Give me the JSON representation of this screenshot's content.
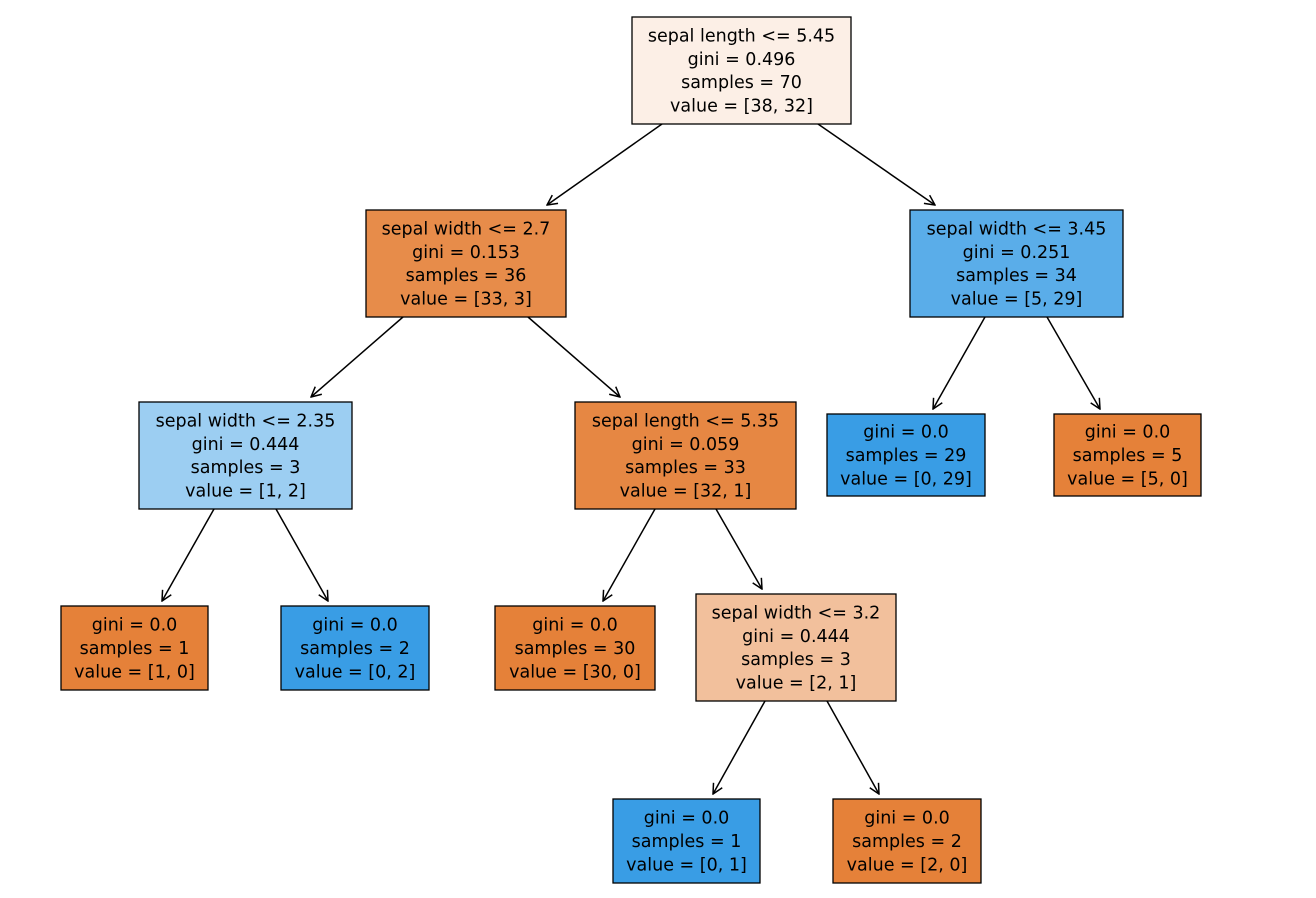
{
  "colors": {
    "class0_strong": "#e58139",
    "class1_strong": "#399de5",
    "nodes": {
      "n0": "#fcefe6",
      "n1": "#e78c4a",
      "n2": "#9ccef2",
      "n3": "#e58139",
      "n4": "#399de5",
      "n5": "#e68743",
      "n6": "#e58139",
      "n7": "#f2c09c",
      "n8": "#399de5",
      "n9": "#e58139",
      "n10": "#5aade9",
      "n11": "#399de5",
      "n12": "#e58139"
    }
  },
  "tree": {
    "nodes": [
      {
        "id": "n0",
        "lines": [
          "sepal length <= 5.45",
          "gini = 0.496",
          "samples = 70",
          "value = [38, 32]"
        ]
      },
      {
        "id": "n1",
        "lines": [
          "sepal width <= 2.7",
          "gini = 0.153",
          "samples = 36",
          "value = [33, 3]"
        ]
      },
      {
        "id": "n2",
        "lines": [
          "sepal width <= 2.35",
          "gini = 0.444",
          "samples = 3",
          "value = [1, 2]"
        ]
      },
      {
        "id": "n3",
        "lines": [
          "gini = 0.0",
          "samples = 1",
          "value = [1, 0]"
        ]
      },
      {
        "id": "n4",
        "lines": [
          "gini = 0.0",
          "samples = 2",
          "value = [0, 2]"
        ]
      },
      {
        "id": "n5",
        "lines": [
          "sepal length <= 5.35",
          "gini = 0.059",
          "samples = 33",
          "value = [32, 1]"
        ]
      },
      {
        "id": "n6",
        "lines": [
          "gini = 0.0",
          "samples = 30",
          "value = [30, 0]"
        ]
      },
      {
        "id": "n7",
        "lines": [
          "sepal width <= 3.2",
          "gini = 0.444",
          "samples = 3",
          "value = [2, 1]"
        ]
      },
      {
        "id": "n8",
        "lines": [
          "gini = 0.0",
          "samples = 1",
          "value = [0, 1]"
        ]
      },
      {
        "id": "n9",
        "lines": [
          "gini = 0.0",
          "samples = 2",
          "value = [2, 0]"
        ]
      },
      {
        "id": "n10",
        "lines": [
          "sepal width <= 3.45",
          "gini = 0.251",
          "samples = 34",
          "value = [5, 29]"
        ]
      },
      {
        "id": "n11",
        "lines": [
          "gini = 0.0",
          "samples = 29",
          "value = [0, 29]"
        ]
      },
      {
        "id": "n12",
        "lines": [
          "gini = 0.0",
          "samples = 5",
          "value = [5, 0]"
        ]
      }
    ],
    "edges": [
      {
        "from": "n0",
        "to": "n1"
      },
      {
        "from": "n0",
        "to": "n10"
      },
      {
        "from": "n1",
        "to": "n2"
      },
      {
        "from": "n1",
        "to": "n5"
      },
      {
        "from": "n2",
        "to": "n3"
      },
      {
        "from": "n2",
        "to": "n4"
      },
      {
        "from": "n5",
        "to": "n6"
      },
      {
        "from": "n5",
        "to": "n7"
      },
      {
        "from": "n7",
        "to": "n8"
      },
      {
        "from": "n7",
        "to": "n9"
      },
      {
        "from": "n10",
        "to": "n11"
      },
      {
        "from": "n10",
        "to": "n12"
      }
    ]
  }
}
